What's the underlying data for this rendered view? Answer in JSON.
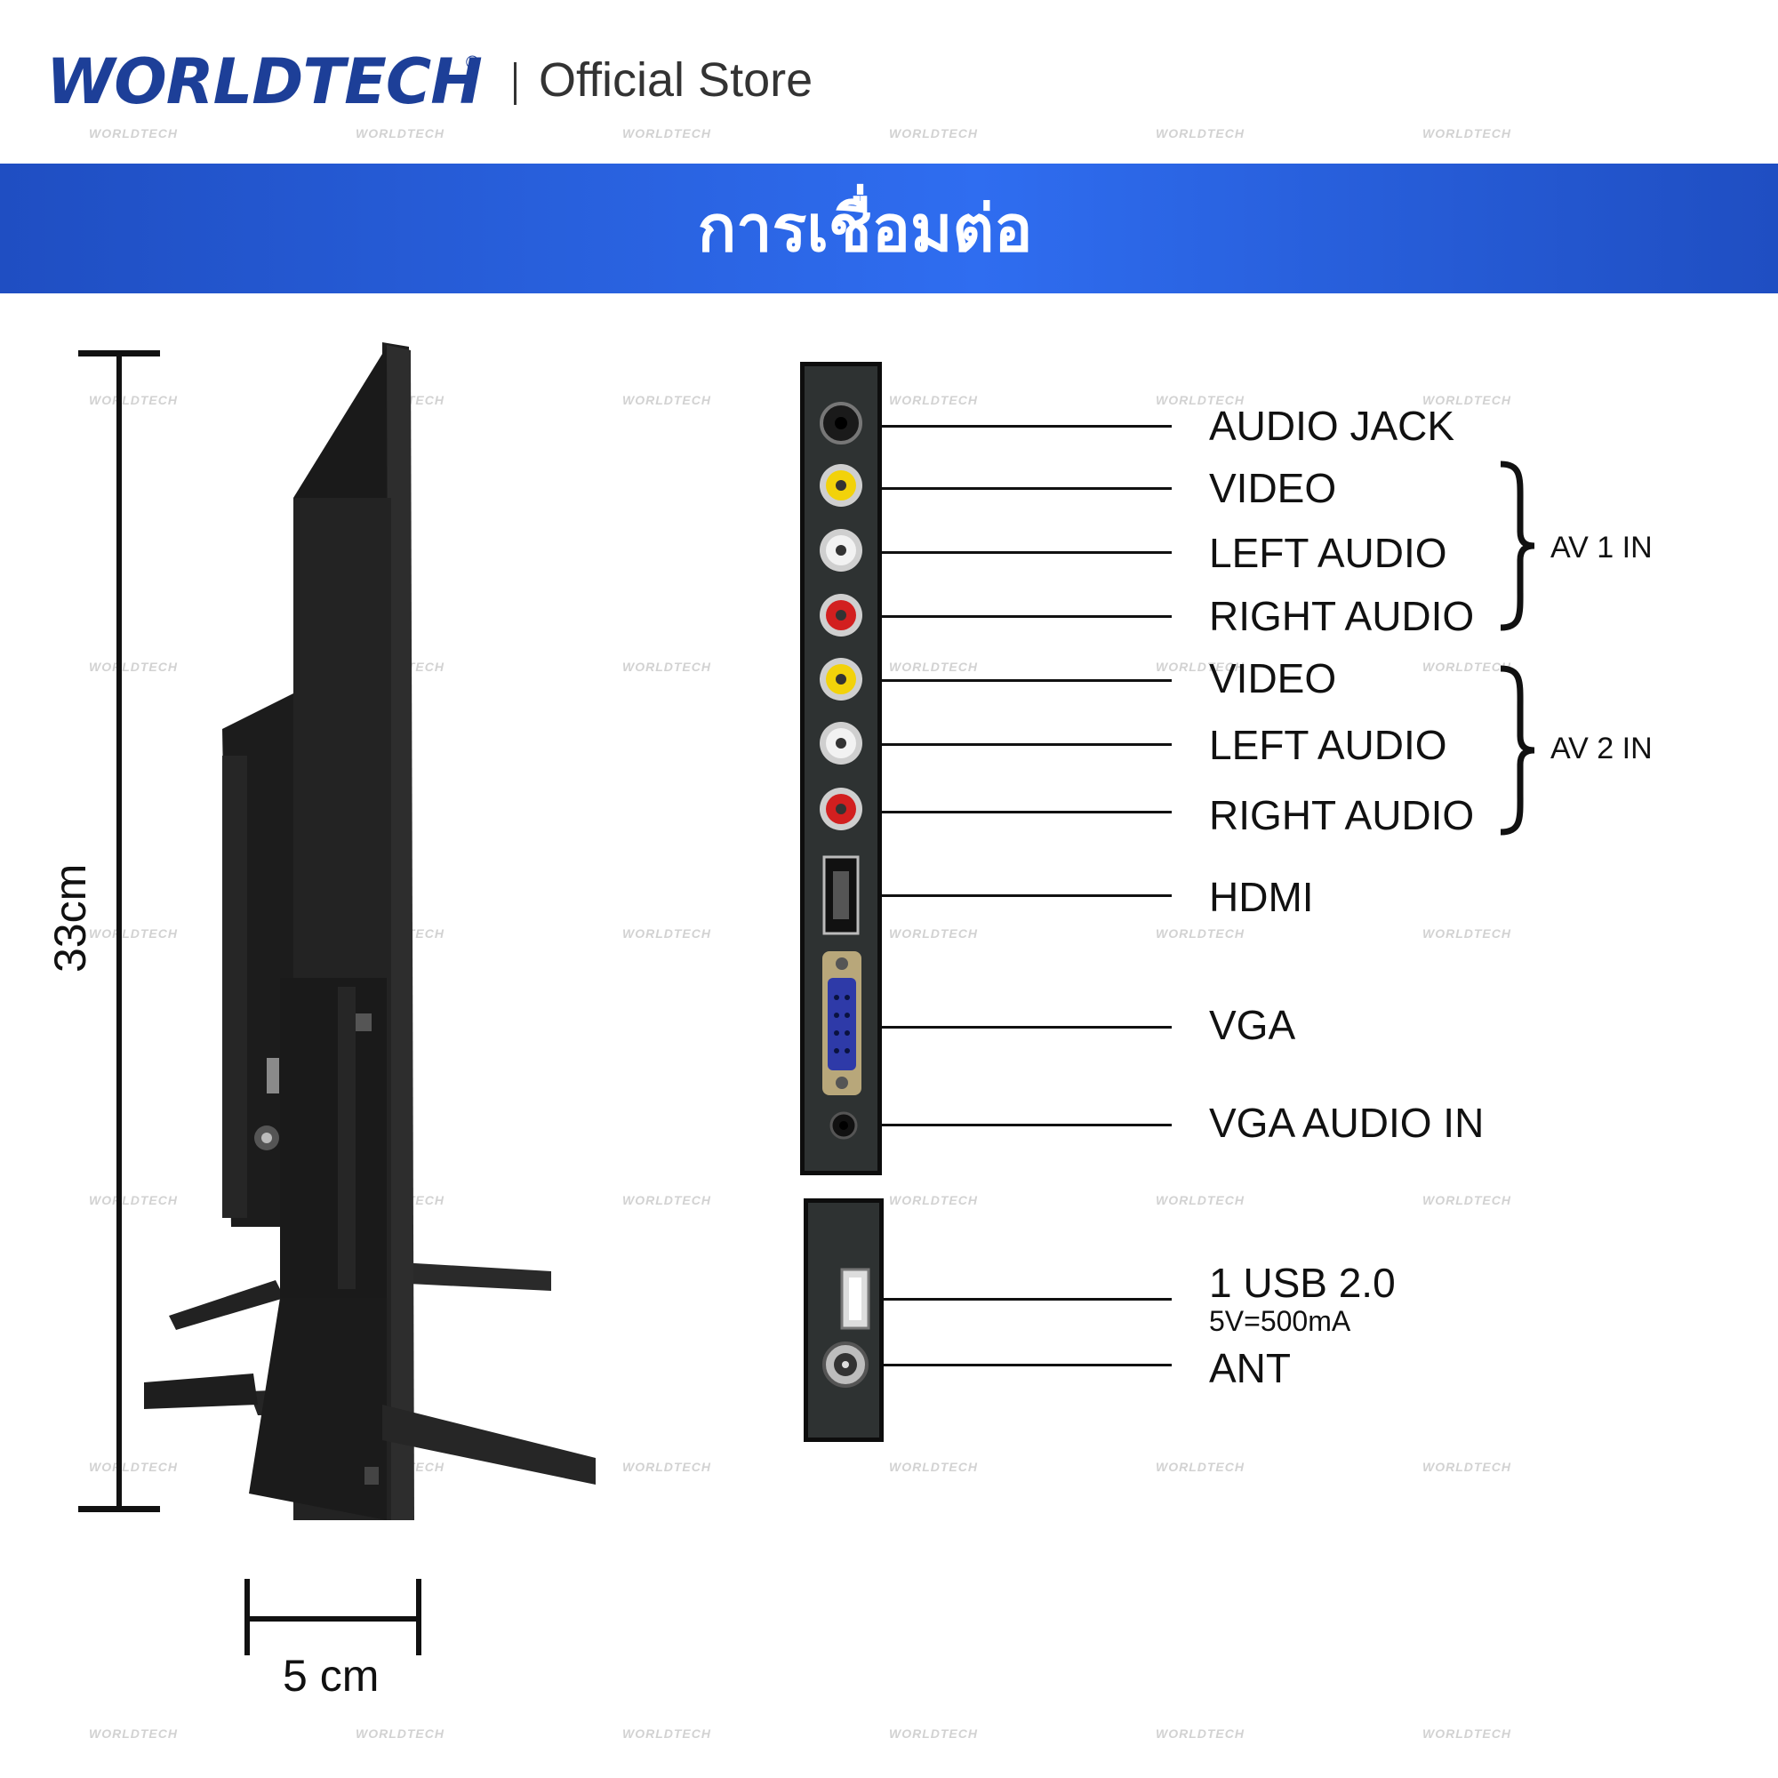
{
  "header": {
    "brand": "WORLDTECH",
    "brand_mark": "®",
    "store_label": "Official Store"
  },
  "banner": {
    "title": "การเชื่อมต่อ"
  },
  "watermark": "WORLDTECH",
  "dimensions": {
    "height": "33cm",
    "depth": "5 cm"
  },
  "ports_main": [
    {
      "label": "AUDIO JACK"
    },
    {
      "label": "VIDEO"
    },
    {
      "label": "LEFT AUDIO"
    },
    {
      "label": "RIGHT AUDIO"
    },
    {
      "label": "VIDEO"
    },
    {
      "label": "LEFT AUDIO"
    },
    {
      "label": "RIGHT AUDIO"
    },
    {
      "label": "HDMI"
    },
    {
      "label": "VGA"
    },
    {
      "label": "VGA AUDIO IN"
    }
  ],
  "groups": [
    {
      "label": "AV 1 IN"
    },
    {
      "label": "AV 2 IN"
    }
  ],
  "ports_side": [
    {
      "label": "1 USB 2.0",
      "sub": "5V=500mA"
    },
    {
      "label": "ANT"
    }
  ],
  "colors": {
    "brand": "#1d3f98",
    "banner": "#2f6df0",
    "rca_yellow": "#f2d20a",
    "rca_white": "#f2f2f2",
    "rca_red": "#d21f1f",
    "vga_blue": "#2e3aa8"
  }
}
